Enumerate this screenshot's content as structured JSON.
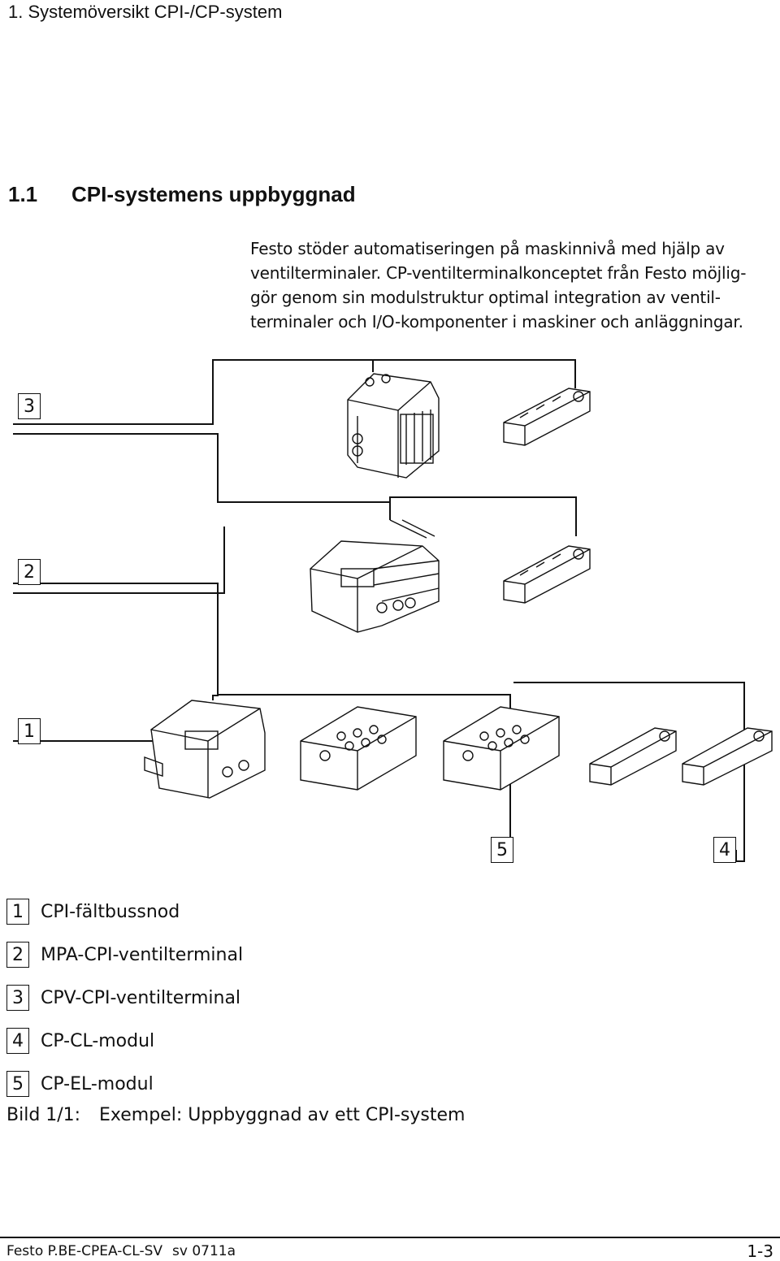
{
  "header": {
    "chapter_title": "1.  Systemöversikt CPI-/CP-system"
  },
  "section": {
    "number": "1.1",
    "title": "CPI-systemens uppbyggnad"
  },
  "intro_lines": [
    "Festo stöder automatiseringen på maskinnivå med hjälp av",
    "ventilterminaler. CP-ventilterminalkonceptet från Festo möjlig-",
    "gör genom sin modulstruktur optimal integration av ventil-",
    "terminaler och I/O-komponenter i maskiner och anläggningar."
  ],
  "figure": {
    "markers": {
      "m3": "3",
      "m2": "2",
      "m1": "1",
      "m5": "5",
      "m4": "4"
    }
  },
  "legend": [
    {
      "num": "1",
      "label": "CPI-fältbussnod"
    },
    {
      "num": "2",
      "label": "MPA-CPI-ventilterminal"
    },
    {
      "num": "3",
      "label": "CPV-CPI-ventilterminal"
    },
    {
      "num": "4",
      "label": "CP-CL-modul"
    },
    {
      "num": "5",
      "label": "CP-EL-modul"
    }
  ],
  "caption": {
    "label": "Bild 1/1:",
    "text": "Exempel: Uppbyggnad av ett CPI-system"
  },
  "footer": {
    "doc": "Festo P.BE-CPEA-CL-SV",
    "version": "sv 0711a",
    "page": "1-3"
  }
}
